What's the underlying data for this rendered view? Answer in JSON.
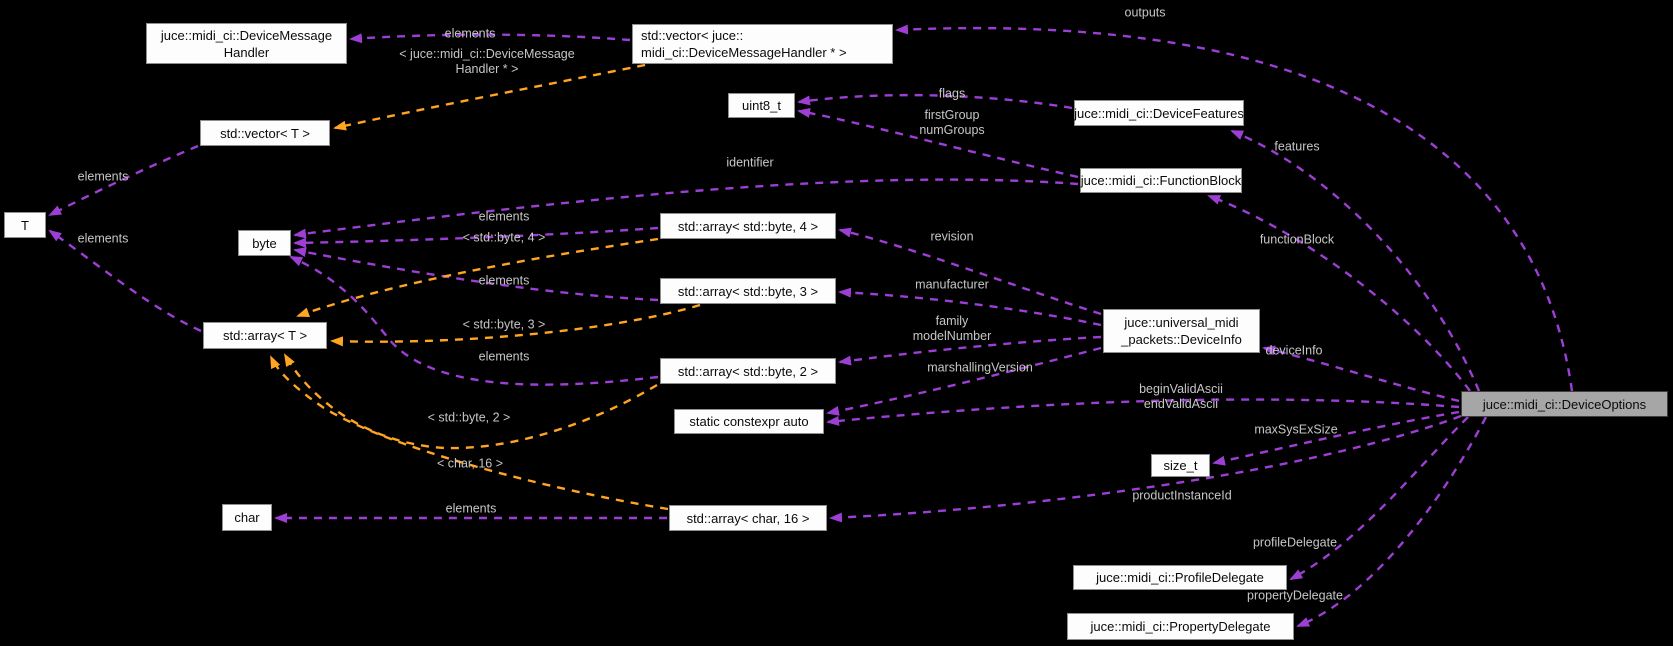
{
  "diagram_type": "collaboration-graph",
  "colors": {
    "background": "#000000",
    "usage_edge_purple": "#9d3ed5",
    "template_edge_orange": "#ffa522",
    "node_background": "#fdfdfd",
    "main_node_background": "#a6a6a6",
    "node_text": "#0a0a0a",
    "edge_label_text": "#c6c6c6"
  },
  "nodes": {
    "device_message_handler": {
      "label": "juce::midi_ci::DeviceMessage\nHandler"
    },
    "vector_device_message_handler": {
      "label": "std::vector< juce::\nmidi_ci::DeviceMessageHandler * >"
    },
    "vector_t": {
      "label": "std::vector< T >"
    },
    "uint8_t": {
      "label": "uint8_t"
    },
    "device_features": {
      "label": "juce::midi_ci::DeviceFeatures"
    },
    "function_block": {
      "label": "juce::midi_ci::FunctionBlock"
    },
    "t": {
      "label": "T"
    },
    "byte": {
      "label": "byte"
    },
    "array_byte_4": {
      "label": "std::array< std::byte, 4 >"
    },
    "array_byte_3": {
      "label": "std::array< std::byte, 3 >"
    },
    "array_t": {
      "label": "std::array< T >"
    },
    "array_byte_2": {
      "label": "std::array< std::byte, 2 >"
    },
    "static_constexpr_auto": {
      "label": "static constexpr auto"
    },
    "device_info": {
      "label": "juce::universal_midi\n_packets::DeviceInfo"
    },
    "size_t": {
      "label": "size_t"
    },
    "char": {
      "label": "char"
    },
    "array_char_16": {
      "label": "std::array< char, 16 >"
    },
    "device_options": {
      "label": "juce::midi_ci::DeviceOptions"
    },
    "profile_delegate": {
      "label": "juce::midi_ci::ProfileDelegate"
    },
    "property_delegate": {
      "label": "juce::midi_ci::PropertyDelegate"
    }
  },
  "edge_labels": {
    "outputs": "outputs",
    "elements_handlers": "elements",
    "tmpl_vector_dmh": "< juce::midi_ci::DeviceMessage\nHandler * >",
    "flags": "flags",
    "firstgroup_numgroups": "firstGroup\nnumGroups",
    "features": "features",
    "identifier": "identifier",
    "elements_vector_t": "elements",
    "elements_array4": "elements",
    "tmpl_byte4": "< std::byte, 4 >",
    "elements_array_t": "elements",
    "revision": "revision",
    "functionblock": "functionBlock",
    "elements_array3": "elements",
    "manufacturer": "manufacturer",
    "tmpl_byte3": "< std::byte, 3 >",
    "family_modelnumber": "family\nmodelNumber",
    "elements_array2": "elements",
    "deviceinfo": "deviceInfo",
    "marshallingversion": "marshallingVersion",
    "beginvalid_endvalid": "beginValidAscii\nendValidAscii",
    "tmpl_byte2": "< std::byte, 2 >",
    "maxsysexsize": "maxSysExSize",
    "tmpl_char16": "< char, 16 >",
    "productinstanceid": "productInstanceId",
    "elements_char16": "elements",
    "profiledelegate": "profileDelegate",
    "propertydelegate": "propertyDelegate"
  },
  "edges": [
    {
      "from": "vector_device_message_handler",
      "to": "device_message_handler",
      "label": "elements",
      "type": "usage"
    },
    {
      "from": "vector_device_message_handler",
      "to": "vector_t",
      "label": "< juce::midi_ci::DeviceMessageHandler * >",
      "type": "template"
    },
    {
      "from": "device_options",
      "to": "vector_device_message_handler",
      "label": "outputs",
      "type": "usage"
    },
    {
      "from": "device_options",
      "to": "device_features",
      "label": "features",
      "type": "usage"
    },
    {
      "from": "device_options",
      "to": "function_block",
      "label": "functionBlock",
      "type": "usage"
    },
    {
      "from": "device_options",
      "to": "device_info",
      "label": "deviceInfo",
      "type": "usage"
    },
    {
      "from": "device_options",
      "to": "static_constexpr_auto",
      "label": "beginValidAscii endValidAscii",
      "type": "usage"
    },
    {
      "from": "device_options",
      "to": "size_t",
      "label": "maxSysExSize",
      "type": "usage"
    },
    {
      "from": "device_options",
      "to": "array_char_16",
      "label": "productInstanceId",
      "type": "usage"
    },
    {
      "from": "device_options",
      "to": "profile_delegate",
      "label": "profileDelegate",
      "type": "usage"
    },
    {
      "from": "device_options",
      "to": "property_delegate",
      "label": "propertyDelegate",
      "type": "usage"
    },
    {
      "from": "device_features",
      "to": "uint8_t",
      "label": "flags",
      "type": "usage"
    },
    {
      "from": "function_block",
      "to": "uint8_t",
      "label": "firstGroup numGroups",
      "type": "usage"
    },
    {
      "from": "function_block",
      "to": "byte",
      "label": "identifier",
      "type": "usage"
    },
    {
      "from": "device_info",
      "to": "array_byte_4",
      "label": "revision",
      "type": "usage"
    },
    {
      "from": "device_info",
      "to": "array_byte_3",
      "label": "manufacturer",
      "type": "usage"
    },
    {
      "from": "device_info",
      "to": "array_byte_2",
      "label": "family modelNumber",
      "type": "usage"
    },
    {
      "from": "device_info",
      "to": "static_constexpr_auto",
      "label": "marshallingVersion",
      "type": "usage"
    },
    {
      "from": "array_byte_4",
      "to": "byte",
      "label": "elements",
      "type": "usage"
    },
    {
      "from": "array_byte_3",
      "to": "byte",
      "label": "elements",
      "type": "usage"
    },
    {
      "from": "array_byte_2",
      "to": "byte",
      "label": "elements",
      "type": "usage"
    },
    {
      "from": "array_byte_4",
      "to": "array_t",
      "label": "< std::byte, 4 >",
      "type": "template"
    },
    {
      "from": "array_byte_3",
      "to": "array_t",
      "label": "< std::byte, 3 >",
      "type": "template"
    },
    {
      "from": "array_byte_2",
      "to": "array_t",
      "label": "< std::byte, 2 >",
      "type": "template"
    },
    {
      "from": "array_char_16",
      "to": "array_t",
      "label": "< char, 16 >",
      "type": "template"
    },
    {
      "from": "array_char_16",
      "to": "char",
      "label": "elements",
      "type": "usage"
    },
    {
      "from": "vector_t",
      "to": "t",
      "label": "elements",
      "type": "usage"
    },
    {
      "from": "array_t",
      "to": "t",
      "label": "elements",
      "type": "usage"
    }
  ]
}
